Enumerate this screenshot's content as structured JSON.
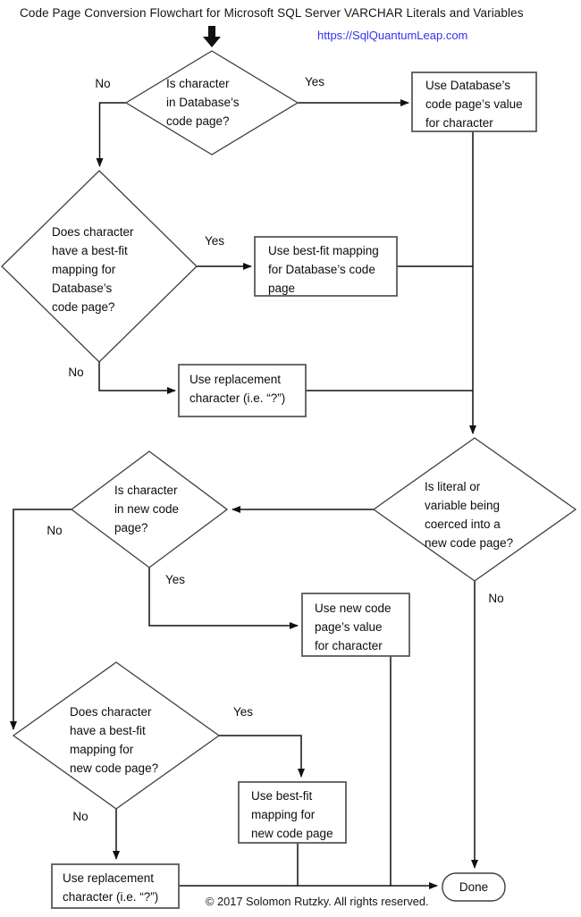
{
  "header": {
    "title": "Code Page Conversion Flowchart for Microsoft SQL Server VARCHAR Literals and Variables",
    "link": "https://SqlQuantumLeap.com"
  },
  "footer": {
    "copyright": "© 2017 Solomon Rutzky. All rights reserved."
  },
  "colors": {
    "link_blue": "#3232f0",
    "connector_line": "#111111",
    "box_border": "#595959",
    "diamond_border": "#3f3f3f",
    "text": "#0d0d0d"
  },
  "flowchart": {
    "decisions": {
      "char_in_db_code_page": {
        "text": "Is character\nin Database’s\ncode page?"
      },
      "best_fit_db": {
        "text": "Does character\nhave a best-fit\nmapping for\nDatabase’s\ncode page?"
      },
      "coerced_new_code_page": {
        "text": "Is literal or\nvariable being\ncoerced into a\nnew code page?"
      },
      "char_in_new_code_page": {
        "text": "Is character\nin new code\npage?"
      },
      "best_fit_new": {
        "text": "Does character\nhave a best-fit\nmapping for\nnew code page?"
      }
    },
    "processes": {
      "use_db_value": {
        "text": "Use Database’s\ncode page’s value\nfor character"
      },
      "use_best_fit_db": {
        "text": "Use best-fit mapping\nfor Database’s code\npage"
      },
      "use_replacement_1": {
        "text": "Use replacement\ncharacter (i.e. “?”)"
      },
      "use_new_value": {
        "text": "Use new code\npage’s value\nfor character"
      },
      "use_best_fit_new": {
        "text": "Use best-fit\nmapping for\nnew code page"
      },
      "use_replacement_2": {
        "text": "Use replacement\ncharacter (i.e. “?”)"
      }
    },
    "terminator": {
      "text": "Done"
    },
    "edge_labels": {
      "d1_no": "No",
      "d1_yes": "Yes",
      "d2_yes": "Yes",
      "d2_no": "No",
      "d3_no": "No",
      "d4_no": "No",
      "d4_yes": "Yes",
      "d5_yes": "Yes",
      "d5_no": "No"
    }
  }
}
